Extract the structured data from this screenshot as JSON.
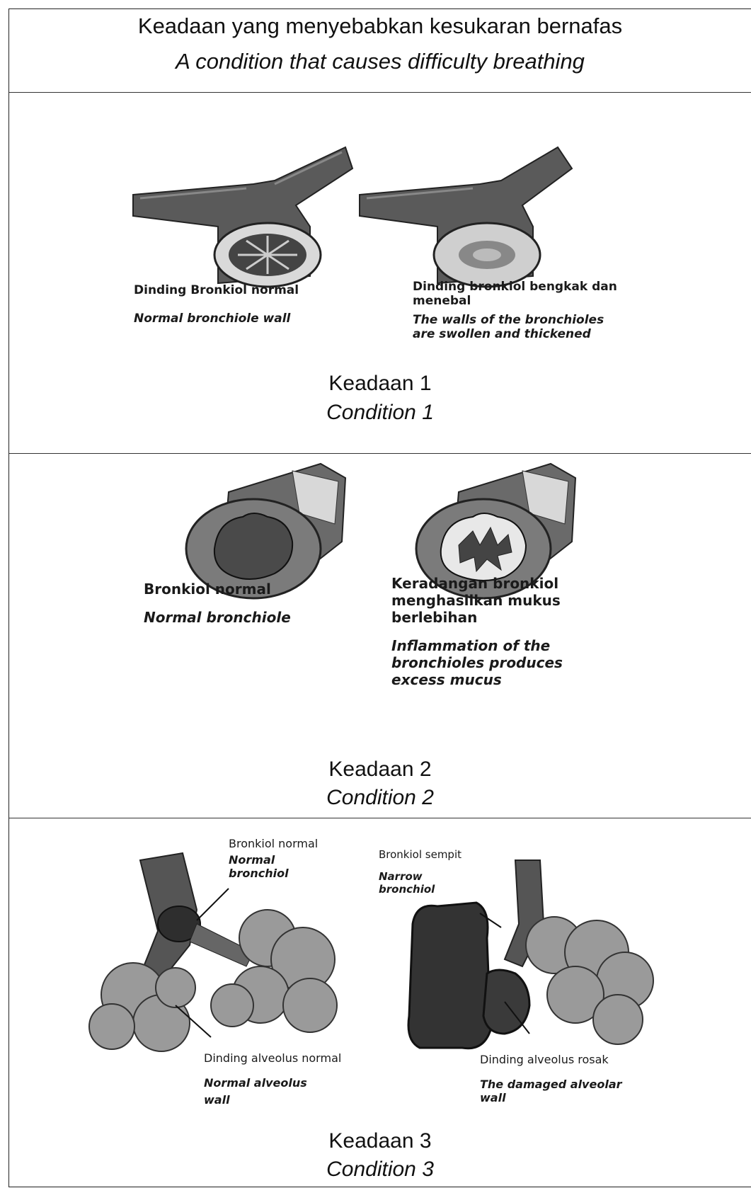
{
  "header": {
    "title_ms": "Keadaan yang menyebabkan kesukaran bernafas",
    "title_en": "A condition that causes difficulty breathing"
  },
  "condition1": {
    "label_left_ms": "Dinding Bronkiol normal",
    "label_left_en": "Normal bronchiole wall",
    "label_right_ms": "Dinding bronkiol bengkak dan menebal",
    "label_right_en": "The walls of the bronchioles are swollen and thickened",
    "caption_ms": "Keadaan 1",
    "caption_en": "Condition 1"
  },
  "condition2": {
    "label_left_ms": "Bronkiol normal",
    "label_left_en": "Normal bronchiole",
    "label_right_ms": "Keradangan bronkiol menghasilkan mukus berlebihan",
    "label_right_en": "Inflammation of the bronchioles produces excess mucus",
    "caption_ms": "Keadaan 2",
    "caption_en": "Condition 2"
  },
  "condition3": {
    "label_bronchiol_left_ms": "Bronkiol normal",
    "label_bronchiol_left_en": "Normal bronchiol",
    "label_bronchiol_right_ms": "Bronkiol sempit",
    "label_bronchiol_right_en": "Narrow bronchiol",
    "label_alveolus_left_ms": "Dinding alveolus normal",
    "label_alveolus_left_en": "Normal alveolus wall",
    "label_alveolus_right_ms": "Dinding alveolus rosak",
    "label_alveolus_right_en": "The damaged alveolar wall",
    "caption_ms": "Keadaan 3",
    "caption_en": "Condition 3"
  }
}
